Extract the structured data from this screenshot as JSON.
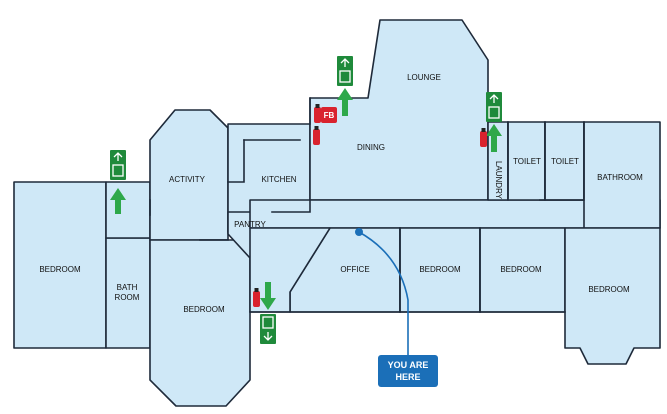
{
  "rooms": {
    "lounge": "LOUNGE",
    "dining": "DINING",
    "kitchen": "KITCHEN",
    "activity": "ACTIVITY",
    "pantry": "PANTRY",
    "laundry": "LAUNDRY",
    "toilet1": "TOILET",
    "toilet2": "TOILET",
    "bathroom": "BATHROOM",
    "bedroom_left": "BEDROOM",
    "bath_room_line1": "BATH",
    "bath_room_line2": "ROOM",
    "bedroom_center": "BEDROOM",
    "office": "OFFICE",
    "bedroom_mid1": "BEDROOM",
    "bedroom_mid2": "BEDROOM",
    "bedroom_right": "BEDROOM"
  },
  "markers": {
    "fire_blanket": "FB",
    "you_are_here_line1": "YOU ARE",
    "you_are_here_line2": "HERE"
  },
  "colors": {
    "floor": "#cfe8f7",
    "walls": "#1e2a3a",
    "exit_sign": "#1f8a3b",
    "exit_arrow": "#2ea84a",
    "extinguisher": "#d9232e",
    "you_are_here": "#1b6fb8"
  },
  "icons": [
    "exit-sign-icon",
    "exit-arrow-icon",
    "fire-extinguisher-icon",
    "fire-blanket-icon",
    "you-are-here-pin-icon"
  ]
}
